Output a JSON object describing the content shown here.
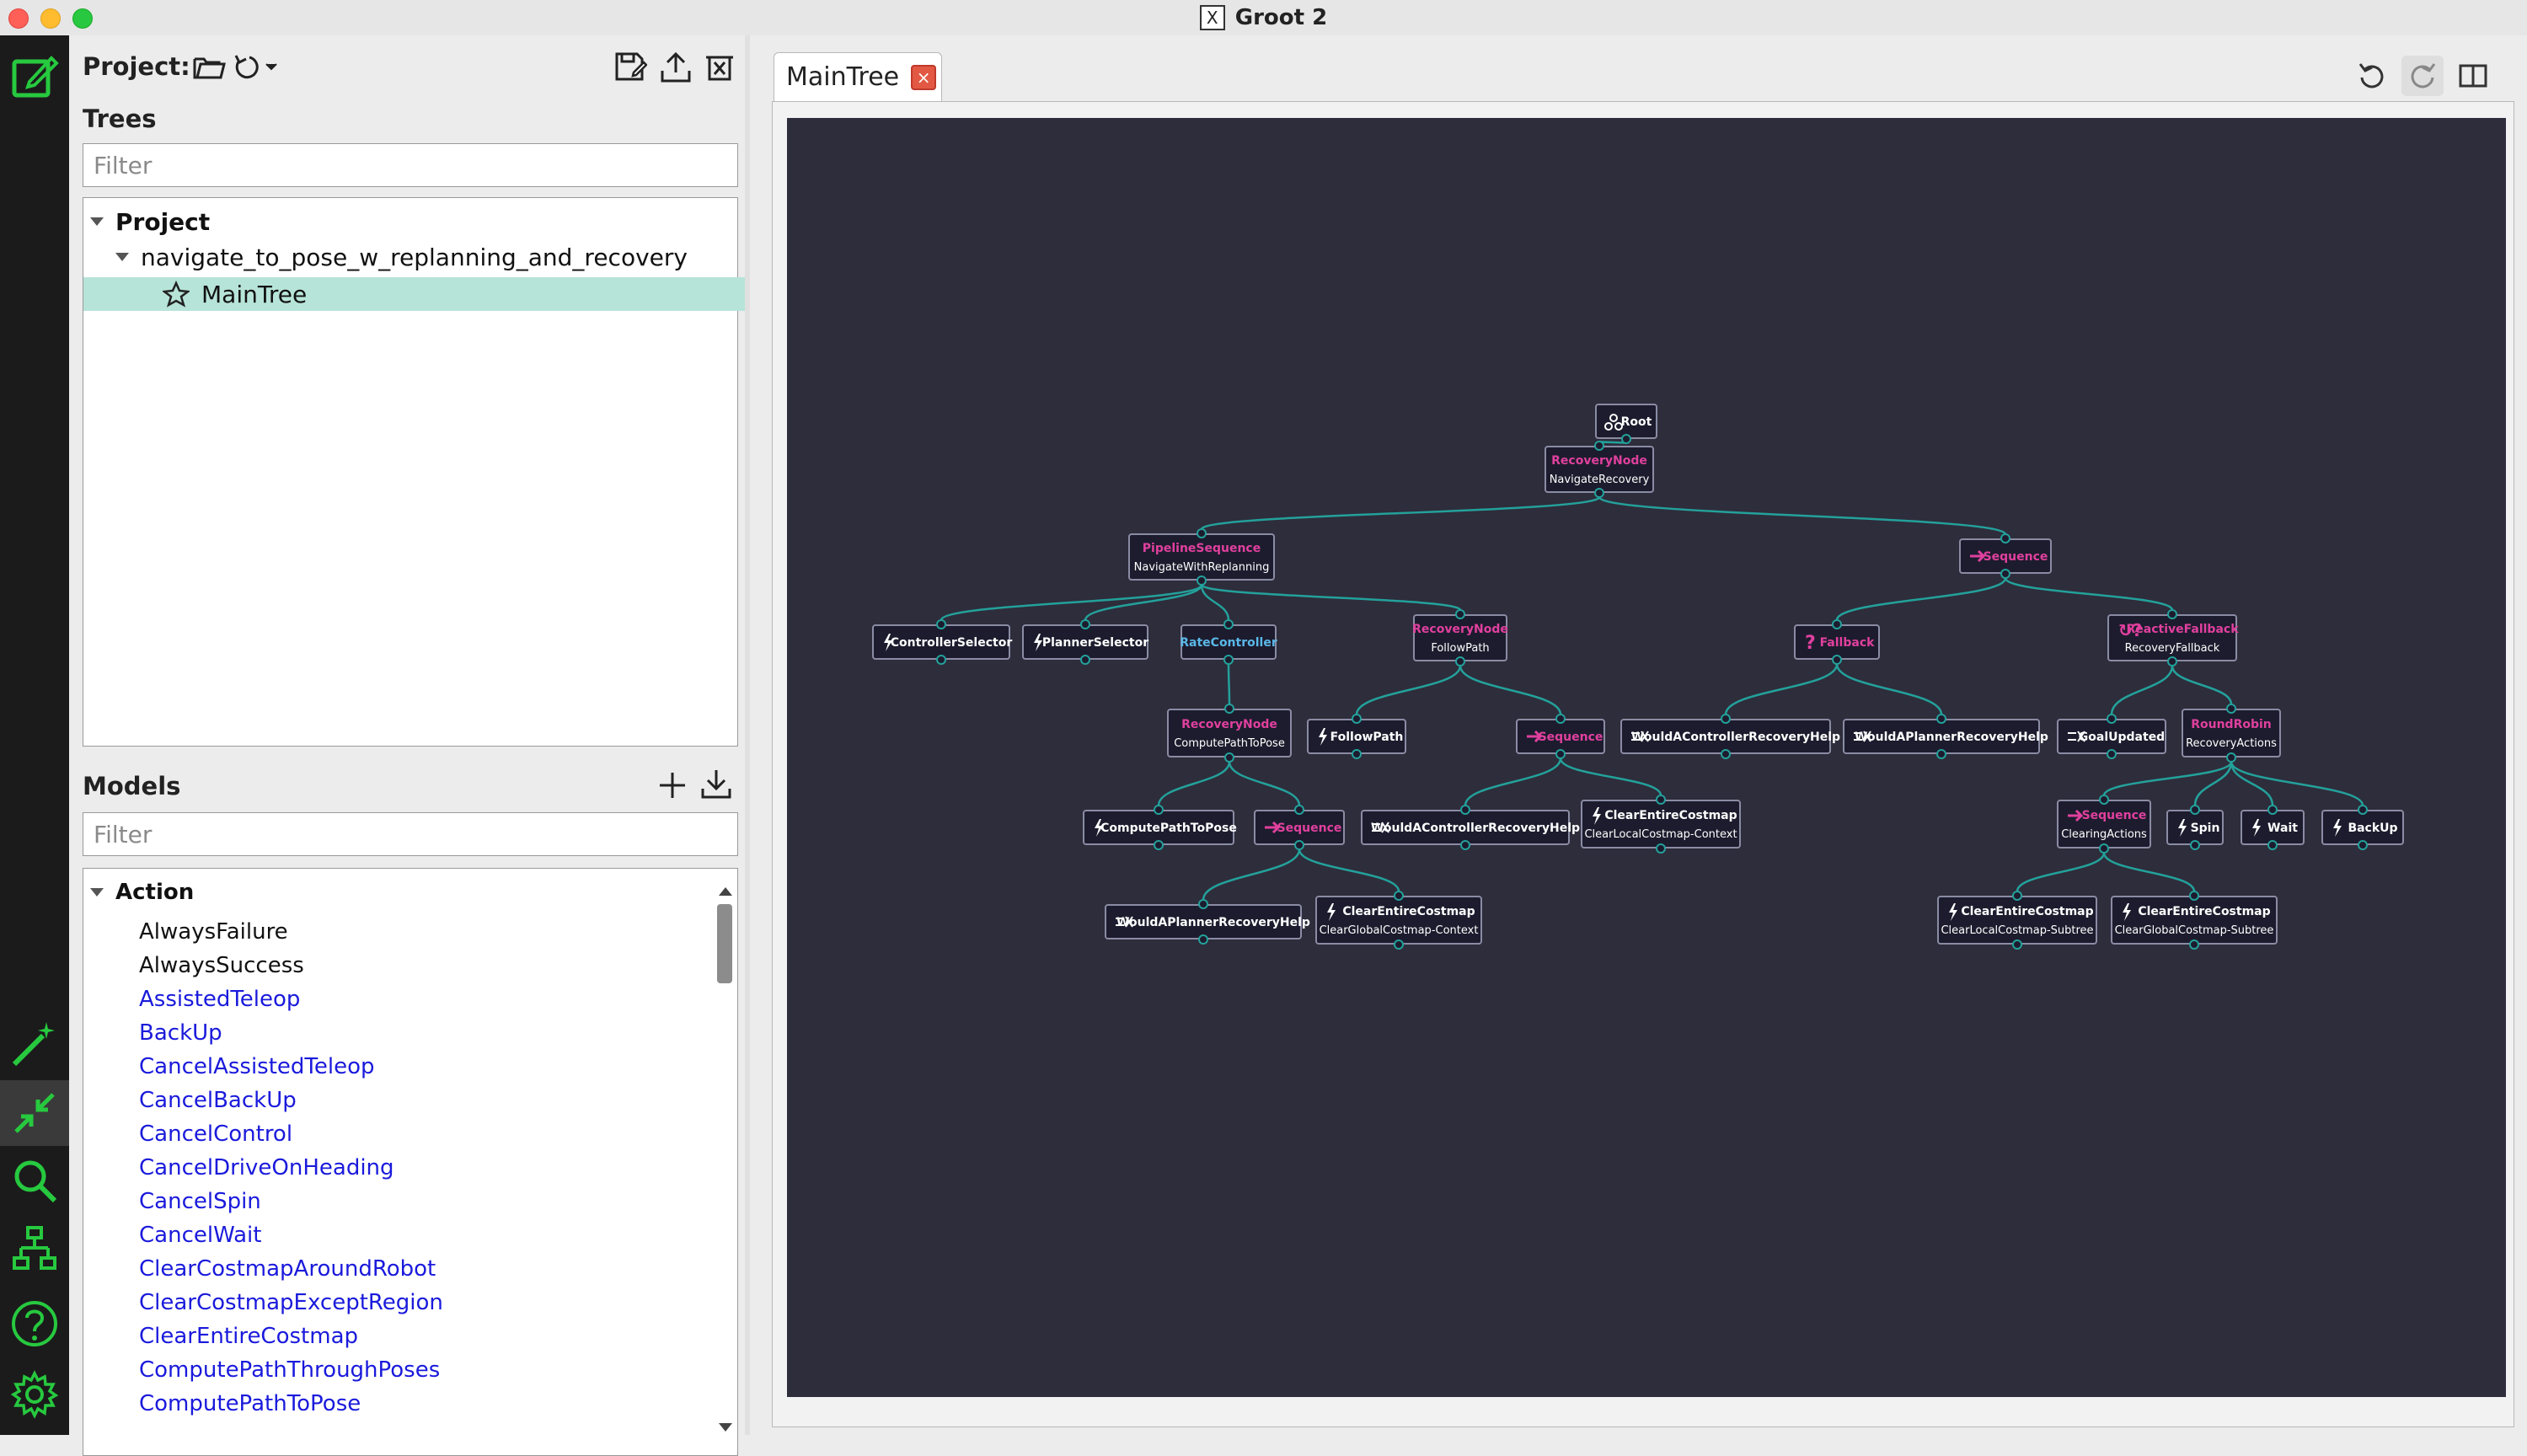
{
  "window": {
    "title": "Groot 2",
    "x_glyph": "X"
  },
  "project": {
    "label": "Project:"
  },
  "trees": {
    "section_label": "Trees",
    "filter_placeholder": "Filter",
    "items": [
      {
        "label": "Project"
      },
      {
        "label": "navigate_to_pose_w_replanning_and_recovery"
      },
      {
        "label": "MainTree"
      }
    ]
  },
  "models": {
    "section_label": "Models",
    "filter_placeholder": "Filter",
    "category": "Action",
    "items": [
      "AlwaysFailure",
      "AlwaysSuccess",
      "AssistedTeleop",
      "BackUp",
      "CancelAssistedTeleop",
      "CancelBackUp",
      "CancelControl",
      "CancelDriveOnHeading",
      "CancelSpin",
      "CancelWait",
      "ClearCostmapAroundRobot",
      "ClearCostmapExceptRegion",
      "ClearEntireCostmap",
      "ComputePathThroughPoses",
      "ComputePathToPose"
    ]
  },
  "editor": {
    "tab_label": "MainTree",
    "tab_close": "×"
  },
  "colors": {
    "accent_green": "#27c93f",
    "node_magenta": "#e0409e",
    "node_cyan": "#5ab8e8",
    "edge": "#23a19b",
    "canvas_bg": "#2e2d3b"
  },
  "tree_nodes": [
    {
      "id": "root",
      "title": "Root",
      "icon": "root-icon"
    },
    {
      "id": "nav_recovery",
      "title": "RecoveryNode",
      "subtitle": "NavigateRecovery"
    },
    {
      "id": "pipeline",
      "title": "PipelineSequence",
      "subtitle": "NavigateWithReplanning"
    },
    {
      "id": "seq_right",
      "title": "Sequence",
      "icon": "arrow-right-icon"
    },
    {
      "id": "ctrl_sel",
      "title": "ControllerSelector",
      "icon": "lightning-icon"
    },
    {
      "id": "plan_sel",
      "title": "PlannerSelector",
      "icon": "lightning-icon"
    },
    {
      "id": "rate_ctrl",
      "title": "RateController"
    },
    {
      "id": "follow_rec",
      "title": "RecoveryNode",
      "subtitle": "FollowPath"
    },
    {
      "id": "fallback",
      "title": "Fallback",
      "icon": "question-icon"
    },
    {
      "id": "react_fb",
      "title": "ReactiveFallback",
      "subtitle": "RecoveryFallback",
      "icon": "reactive-question-icon"
    },
    {
      "id": "cp_rec",
      "title": "RecoveryNode",
      "subtitle": "ComputePathToPose"
    },
    {
      "id": "follow_path",
      "title": "FollowPath",
      "icon": "lightning-icon"
    },
    {
      "id": "seq_mid",
      "title": "Sequence",
      "icon": "arrow-right-icon"
    },
    {
      "id": "would_ctrl_a",
      "title": "WouldAControllerRecoveryHelp",
      "icon": "condition-icon"
    },
    {
      "id": "would_plan_a",
      "title": "WouldAPlannerRecoveryHelp",
      "icon": "condition-icon"
    },
    {
      "id": "goal_upd",
      "title": "GoalUpdated",
      "icon": "condition-icon"
    },
    {
      "id": "round_robin",
      "title": "RoundRobin",
      "subtitle": "RecoveryActions"
    },
    {
      "id": "cptp",
      "title": "ComputePathToPose",
      "icon": "lightning-icon"
    },
    {
      "id": "seq_left",
      "title": "Sequence",
      "icon": "arrow-right-icon"
    },
    {
      "id": "would_ctrl_b",
      "title": "WouldAControllerRecoveryHelp",
      "icon": "condition-icon"
    },
    {
      "id": "clear_local",
      "title": "ClearEntireCostmap",
      "subtitle": "ClearLocalCostmap-Context",
      "icon": "lightning-icon"
    },
    {
      "id": "seq_clear",
      "title": "Sequence",
      "subtitle": "ClearingActions",
      "icon": "arrow-right-icon"
    },
    {
      "id": "spin",
      "title": "Spin",
      "icon": "lightning-icon"
    },
    {
      "id": "wait",
      "title": "Wait",
      "icon": "lightning-icon"
    },
    {
      "id": "backup",
      "title": "BackUp",
      "icon": "lightning-icon"
    },
    {
      "id": "would_plan_b",
      "title": "WouldAPlannerRecoveryHelp",
      "icon": "condition-icon"
    },
    {
      "id": "clear_global",
      "title": "ClearEntireCostmap",
      "subtitle": "ClearGlobalCostmap-Context",
      "icon": "lightning-icon"
    },
    {
      "id": "clear_local_sub",
      "title": "ClearEntireCostmap",
      "subtitle": "ClearLocalCostmap-Subtree",
      "icon": "lightning-icon"
    },
    {
      "id": "clear_global_sub",
      "title": "ClearEntireCostmap",
      "subtitle": "ClearGlobalCostmap-Subtree",
      "icon": "lightning-icon"
    }
  ],
  "tree_edges": [
    [
      "root",
      "nav_recovery"
    ],
    [
      "nav_recovery",
      "pipeline"
    ],
    [
      "nav_recovery",
      "seq_right"
    ],
    [
      "pipeline",
      "ctrl_sel"
    ],
    [
      "pipeline",
      "plan_sel"
    ],
    [
      "pipeline",
      "rate_ctrl"
    ],
    [
      "pipeline",
      "follow_rec"
    ],
    [
      "rate_ctrl",
      "cp_rec"
    ],
    [
      "cp_rec",
      "cptp"
    ],
    [
      "cp_rec",
      "seq_left"
    ],
    [
      "seq_left",
      "would_plan_b"
    ],
    [
      "seq_left",
      "clear_global"
    ],
    [
      "follow_rec",
      "follow_path"
    ],
    [
      "follow_rec",
      "seq_mid"
    ],
    [
      "seq_mid",
      "would_ctrl_b"
    ],
    [
      "seq_mid",
      "clear_local"
    ],
    [
      "seq_right",
      "fallback"
    ],
    [
      "seq_right",
      "react_fb"
    ],
    [
      "fallback",
      "would_ctrl_a"
    ],
    [
      "fallback",
      "would_plan_a"
    ],
    [
      "react_fb",
      "goal_upd"
    ],
    [
      "react_fb",
      "round_robin"
    ],
    [
      "round_robin",
      "seq_clear"
    ],
    [
      "round_robin",
      "spin"
    ],
    [
      "round_robin",
      "wait"
    ],
    [
      "round_robin",
      "backup"
    ],
    [
      "seq_clear",
      "clear_local_sub"
    ],
    [
      "seq_clear",
      "clear_global_sub"
    ]
  ]
}
